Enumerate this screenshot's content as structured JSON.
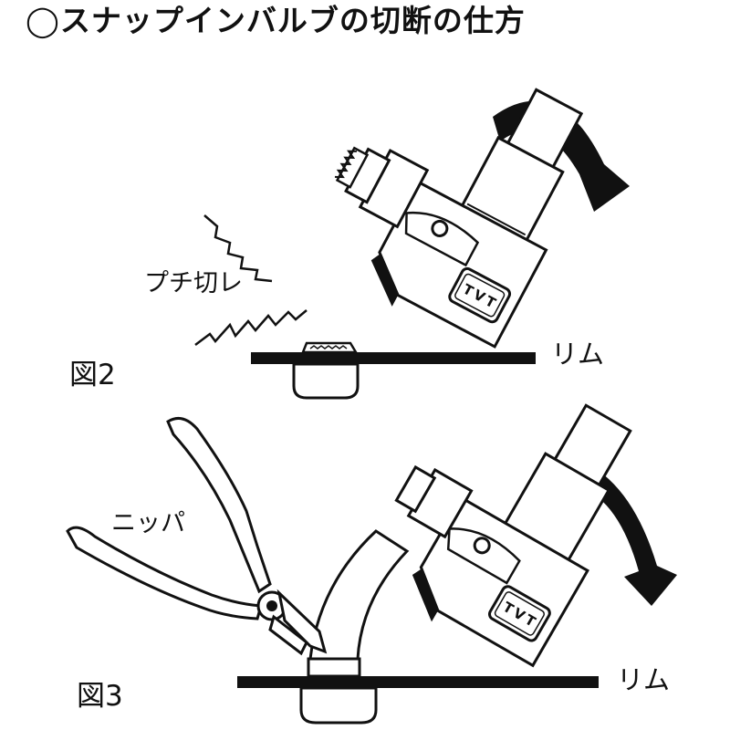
{
  "title": "◯スナップインバルブの切断の仕方",
  "figures": [
    {
      "label": "図2",
      "rim_label": "リム",
      "annotation": "プチ切レ",
      "tool_marking": "TVT"
    },
    {
      "label": "図3",
      "rim_label": "リム",
      "annotation": "ニッパ",
      "tool_marking": "TVT"
    }
  ],
  "colors": {
    "ink": "#111111",
    "background": "#ffffff"
  }
}
